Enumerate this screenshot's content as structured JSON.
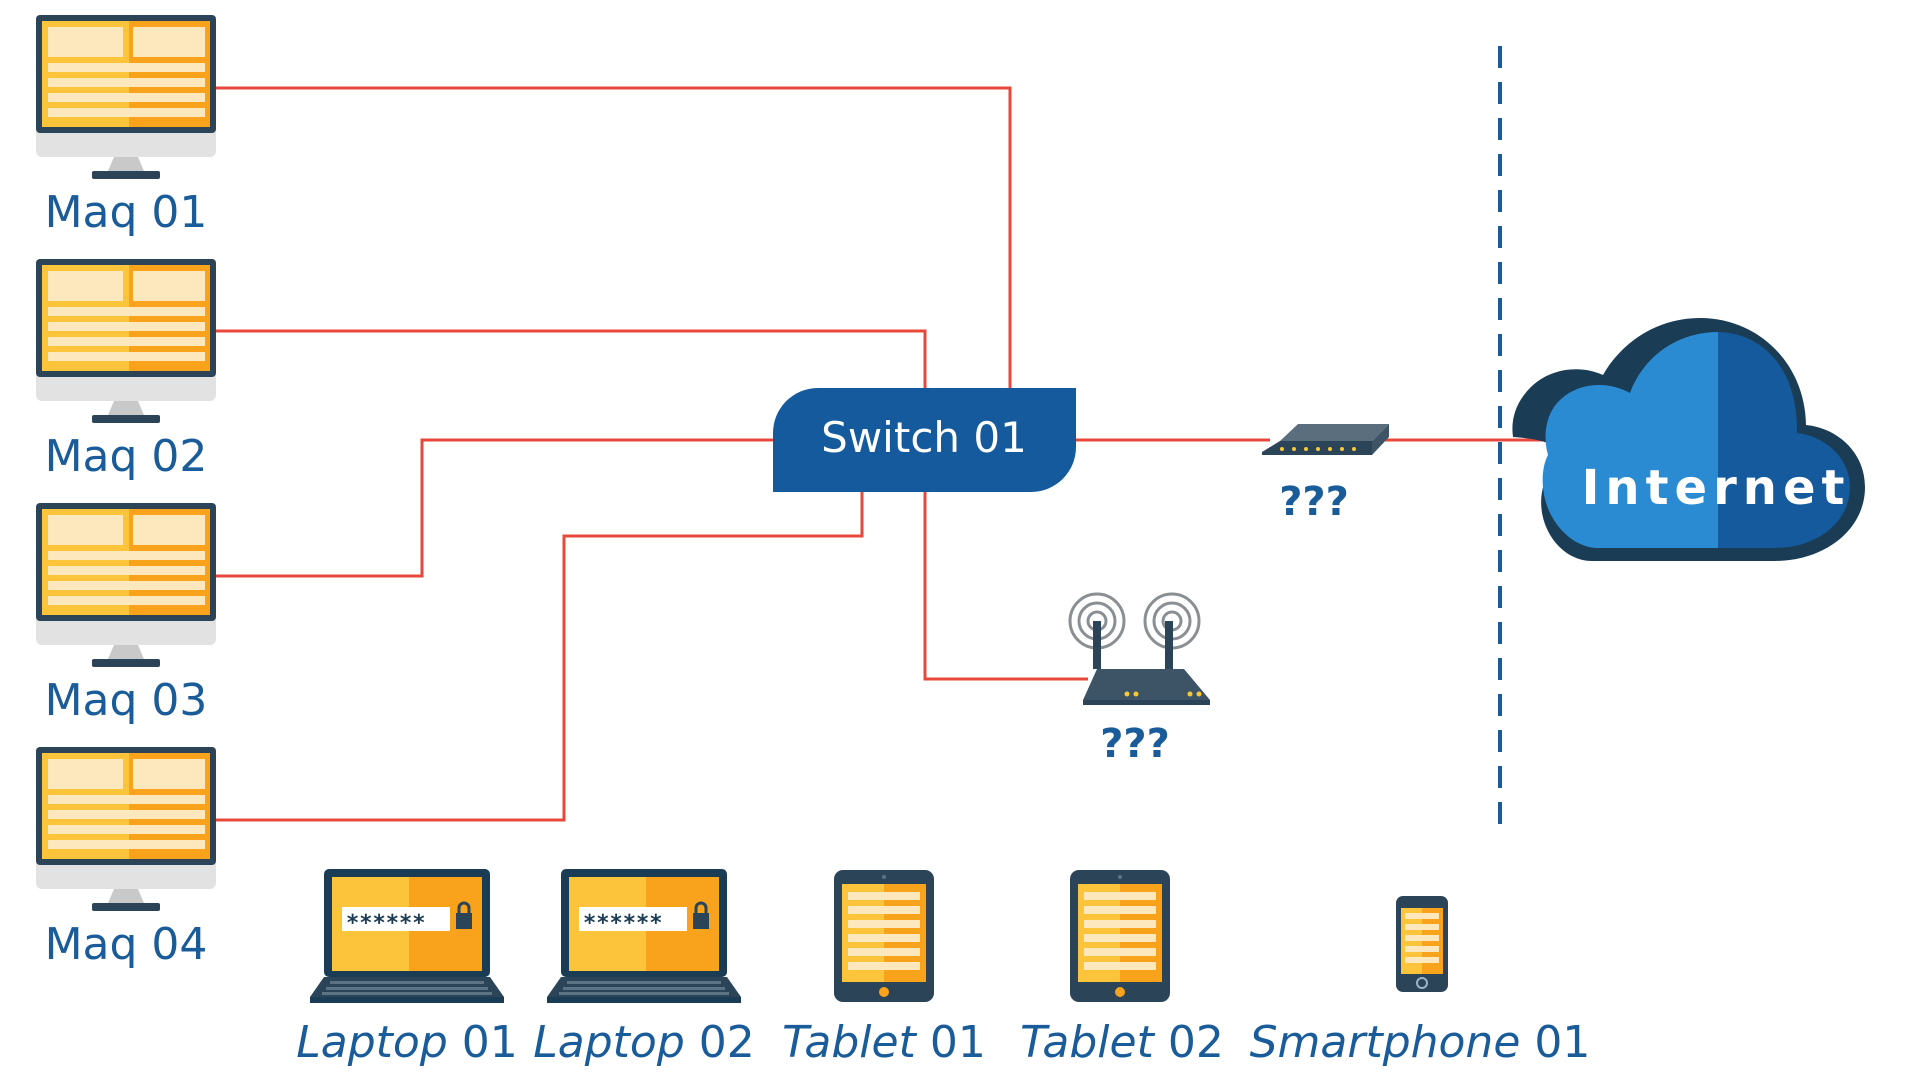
{
  "machines": [
    {
      "label": "Maq 01"
    },
    {
      "label": "Maq 02"
    },
    {
      "label": "Maq 03"
    },
    {
      "label": "Maq 04"
    }
  ],
  "switch": {
    "label": "Switch 01"
  },
  "modem": {
    "label": "???"
  },
  "router": {
    "label": "???"
  },
  "internet": {
    "label": "Internet"
  },
  "devices": [
    {
      "kind": "laptop",
      "label_italic": "Laptop",
      "label_num": "01",
      "password": "******"
    },
    {
      "kind": "laptop",
      "label_italic": "Laptop",
      "label_num": "02",
      "password": "******"
    },
    {
      "kind": "tablet",
      "label_italic": "Tablet",
      "label_num": "01"
    },
    {
      "kind": "tablet",
      "label_italic": "Tablet",
      "label_num": "02"
    },
    {
      "kind": "smartphone",
      "label_italic": "Smartphone",
      "label_num": "01"
    }
  ],
  "colors": {
    "wire": "#e8483a",
    "accent_blue": "#1a5b99",
    "screen_orange": "#f9a21b",
    "cloud_blue": "#2a8bd2",
    "dark_navy": "#1b3c55"
  }
}
